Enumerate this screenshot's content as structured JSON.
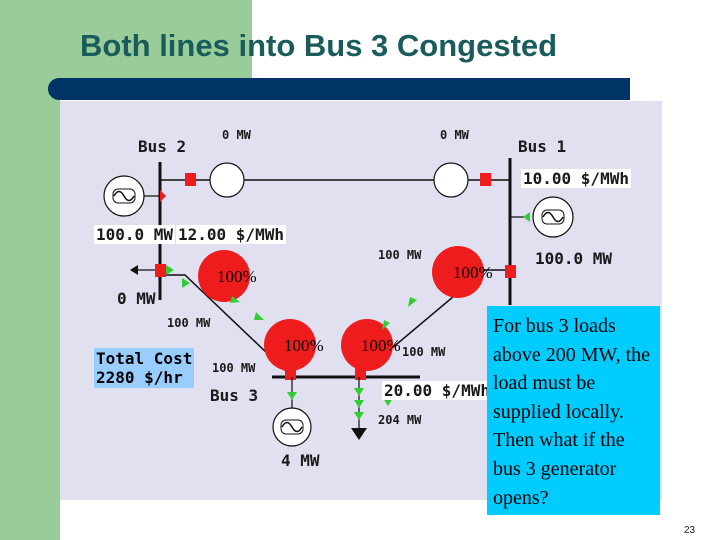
{
  "title": "Both lines into Bus 3 Congested",
  "page_number": "23",
  "buses": {
    "bus2": "Bus 2",
    "bus1": "Bus 1",
    "bus3": "Bus 3"
  },
  "generator_outputs": {
    "gen_top_left": "0 MW",
    "gen_top_right": "0 MW",
    "gen_bus2": "0 MW",
    "gen_bus3": "4 MW"
  },
  "bus_loads": {
    "bus2_load": "100.0 MW",
    "bus1_load": "100.0 MW",
    "bus3_load": "204 MW"
  },
  "prices": {
    "bus2_price": "12.00 $/MWh",
    "bus1_price": "10.00 $/MWh",
    "bus3_price": "20.00 $/MWh"
  },
  "line_flows": {
    "line_1_2": "100 MW",
    "line_2_3": "100 MW",
    "line_3_left": "100 MW",
    "line_3_right": "100 MW"
  },
  "line_loading": {
    "top_left": "100%",
    "top_right": "100%",
    "bottom_left": "100%",
    "bottom_right": "100%"
  },
  "total_cost": {
    "label": "Total Cost",
    "value": "2280 $/hr"
  },
  "note_text": "For bus 3 loads above 200 MW, the load must be supplied locally. Then what if the bus 3 generator opens?",
  "colors": {
    "sidebar_green": "#99cc99",
    "title_teal": "#1a5c5c",
    "title_bar_navy": "#003366",
    "panel_bg": "#e0e0f0",
    "congestion_red": "#ee1c1c",
    "arrow_green": "#33cc33",
    "note_cyan": "#00ccff",
    "cost_blue": "#99ccff"
  }
}
